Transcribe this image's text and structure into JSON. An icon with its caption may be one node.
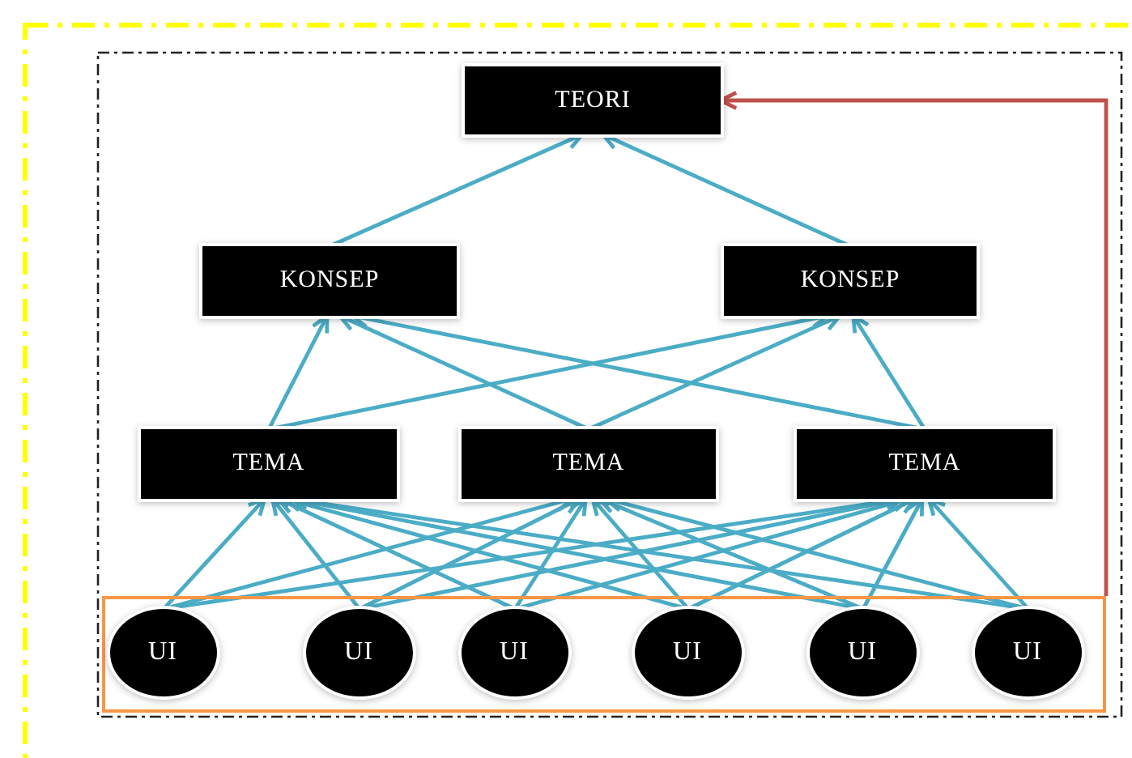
{
  "diagram": {
    "nodes": [
      {
        "text": [
          "TEORI"
        ]
      },
      {
        "text": [
          "KONSEP"
        ]
      },
      {
        "text": [
          "KONSEP"
        ]
      },
      {
        "text": [
          "TEMA"
        ]
      },
      {
        "text": [
          "TEMA"
        ]
      },
      {
        "text": [
          "TEMA"
        ]
      },
      {
        "text": [],
        "shape": "box"
      },
      {
        "text": [
          "UI"
        ],
        "in": 6
      },
      {
        "text": [
          "UI"
        ],
        "in": 6
      },
      {
        "text": [
          "UI"
        ],
        "in": 6
      },
      {
        "text": [
          "UI"
        ],
        "in": 6
      },
      {
        "text": [
          "UI"
        ],
        "in": 6
      },
      {
        "text": [
          "UI"
        ],
        "in": 6
      }
    ],
    "edges": [
      {
        "from": 1,
        "to": 0,
        "arrow": "to"
      },
      {
        "from": 2,
        "to": 0,
        "arrow": "to"
      },
      {
        "from": 3,
        "to": 1,
        "arrow": "to"
      },
      {
        "from": 3,
        "to": 2,
        "arrow": "to"
      },
      {
        "from": 4,
        "to": 1,
        "arrow": "to"
      },
      {
        "from": 4,
        "to": 2,
        "arrow": "to"
      },
      {
        "from": 5,
        "to": 1,
        "arrow": "to"
      },
      {
        "from": 5,
        "to": 2,
        "arrow": "to"
      },
      {
        "from": 7,
        "to": 3,
        "arrow": "to"
      },
      {
        "from": 7,
        "to": 4,
        "arrow": "to"
      },
      {
        "from": 7,
        "to": 5,
        "arrow": "to"
      },
      {
        "from": 8,
        "to": 3,
        "arrow": "to"
      },
      {
        "from": 8,
        "to": 4,
        "arrow": "to"
      },
      {
        "from": 8,
        "to": 5,
        "arrow": "to"
      },
      {
        "from": 9,
        "to": 3,
        "arrow": "to"
      },
      {
        "from": 9,
        "to": 4,
        "arrow": "to"
      },
      {
        "from": 9,
        "to": 5,
        "arrow": "to"
      },
      {
        "from": 10,
        "to": 3,
        "arrow": "to"
      },
      {
        "from": 10,
        "to": 4,
        "arrow": "to"
      },
      {
        "from": 10,
        "to": 5,
        "arrow": "to"
      },
      {
        "from": 11,
        "to": 3,
        "arrow": "to"
      },
      {
        "from": 11,
        "to": 4,
        "arrow": "to"
      },
      {
        "from": 11,
        "to": 5,
        "arrow": "to"
      },
      {
        "from": 12,
        "to": 3,
        "arrow": "to"
      },
      {
        "from": 12,
        "to": 4,
        "arrow": "to"
      },
      {
        "from": 12,
        "to": 5,
        "arrow": "to"
      },
      {
        "from": 6,
        "to": 0,
        "arrow": "to",
        "color": "#c0504d"
      }
    ]
  }
}
